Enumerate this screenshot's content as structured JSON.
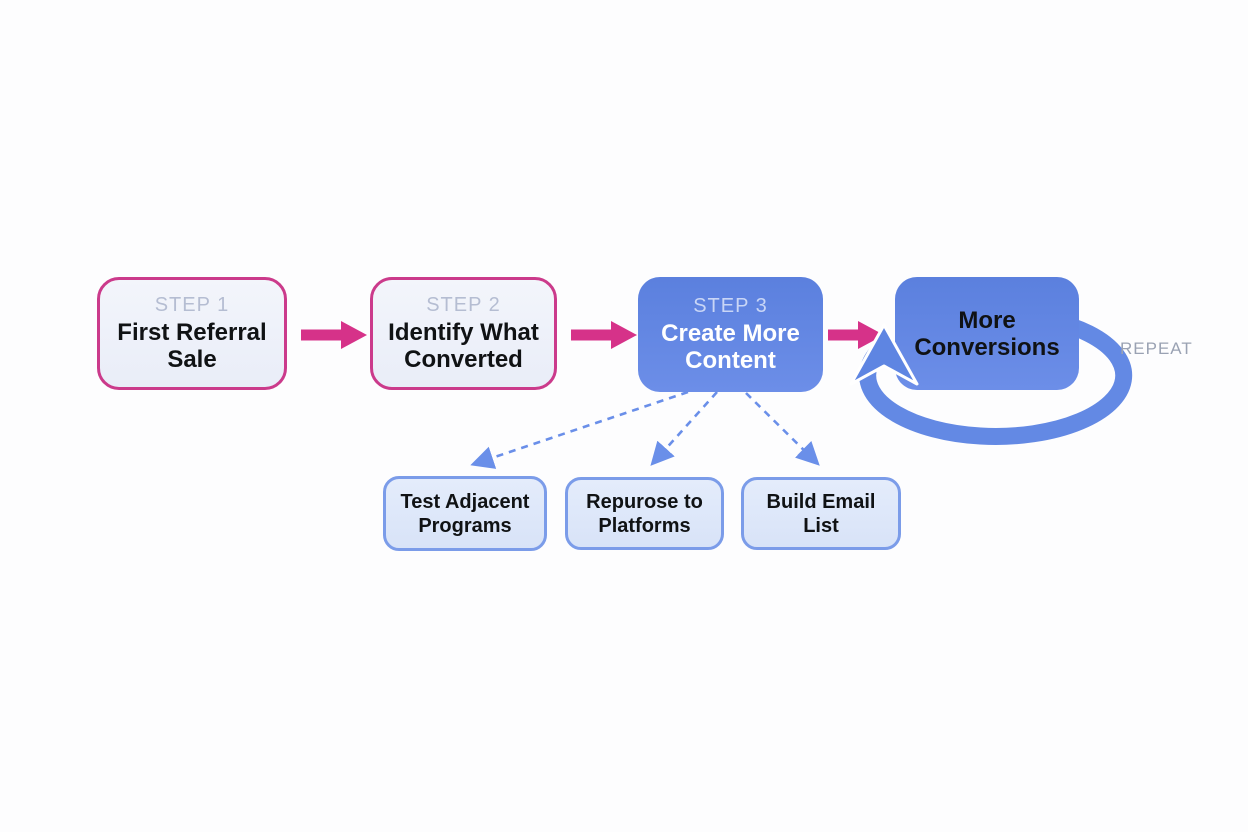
{
  "diagram": {
    "background_color": "#fdfdfe",
    "accent_colors": {
      "pink_border": "#cb3a8b",
      "pink_arrow": "#d63289",
      "blue_node": "#5e85e2",
      "loop_arrow_blue": "#6389e4",
      "dashed_arrow_blue": "#6a8fe9",
      "light_blue_fill": "#dfe8fa",
      "light_blue_border": "#7b9ce9",
      "step_label_gray": "#b5bdd2",
      "step_label_light_blue": "#c9d6f6",
      "repeat_label_gray": "#9aa2b3"
    },
    "steps": [
      {
        "label": "STEP 1",
        "title": "First Referral Sale"
      },
      {
        "label": "STEP 2",
        "title": "Identify What Converted"
      },
      {
        "label": "STEP 3",
        "title": "Create More Content"
      },
      {
        "label": "",
        "title": "More Conversions"
      }
    ],
    "branches": [
      {
        "title": "Test Adjacent Programs"
      },
      {
        "title": "Repurose to Platforms"
      },
      {
        "title": "Build Email List"
      }
    ],
    "repeat_label": "REPEAT",
    "icons": {
      "flow_arrow": "right-arrow",
      "branch_arrow": "dashed-down-arrow",
      "loop_arrow": "repeat-loop"
    }
  }
}
